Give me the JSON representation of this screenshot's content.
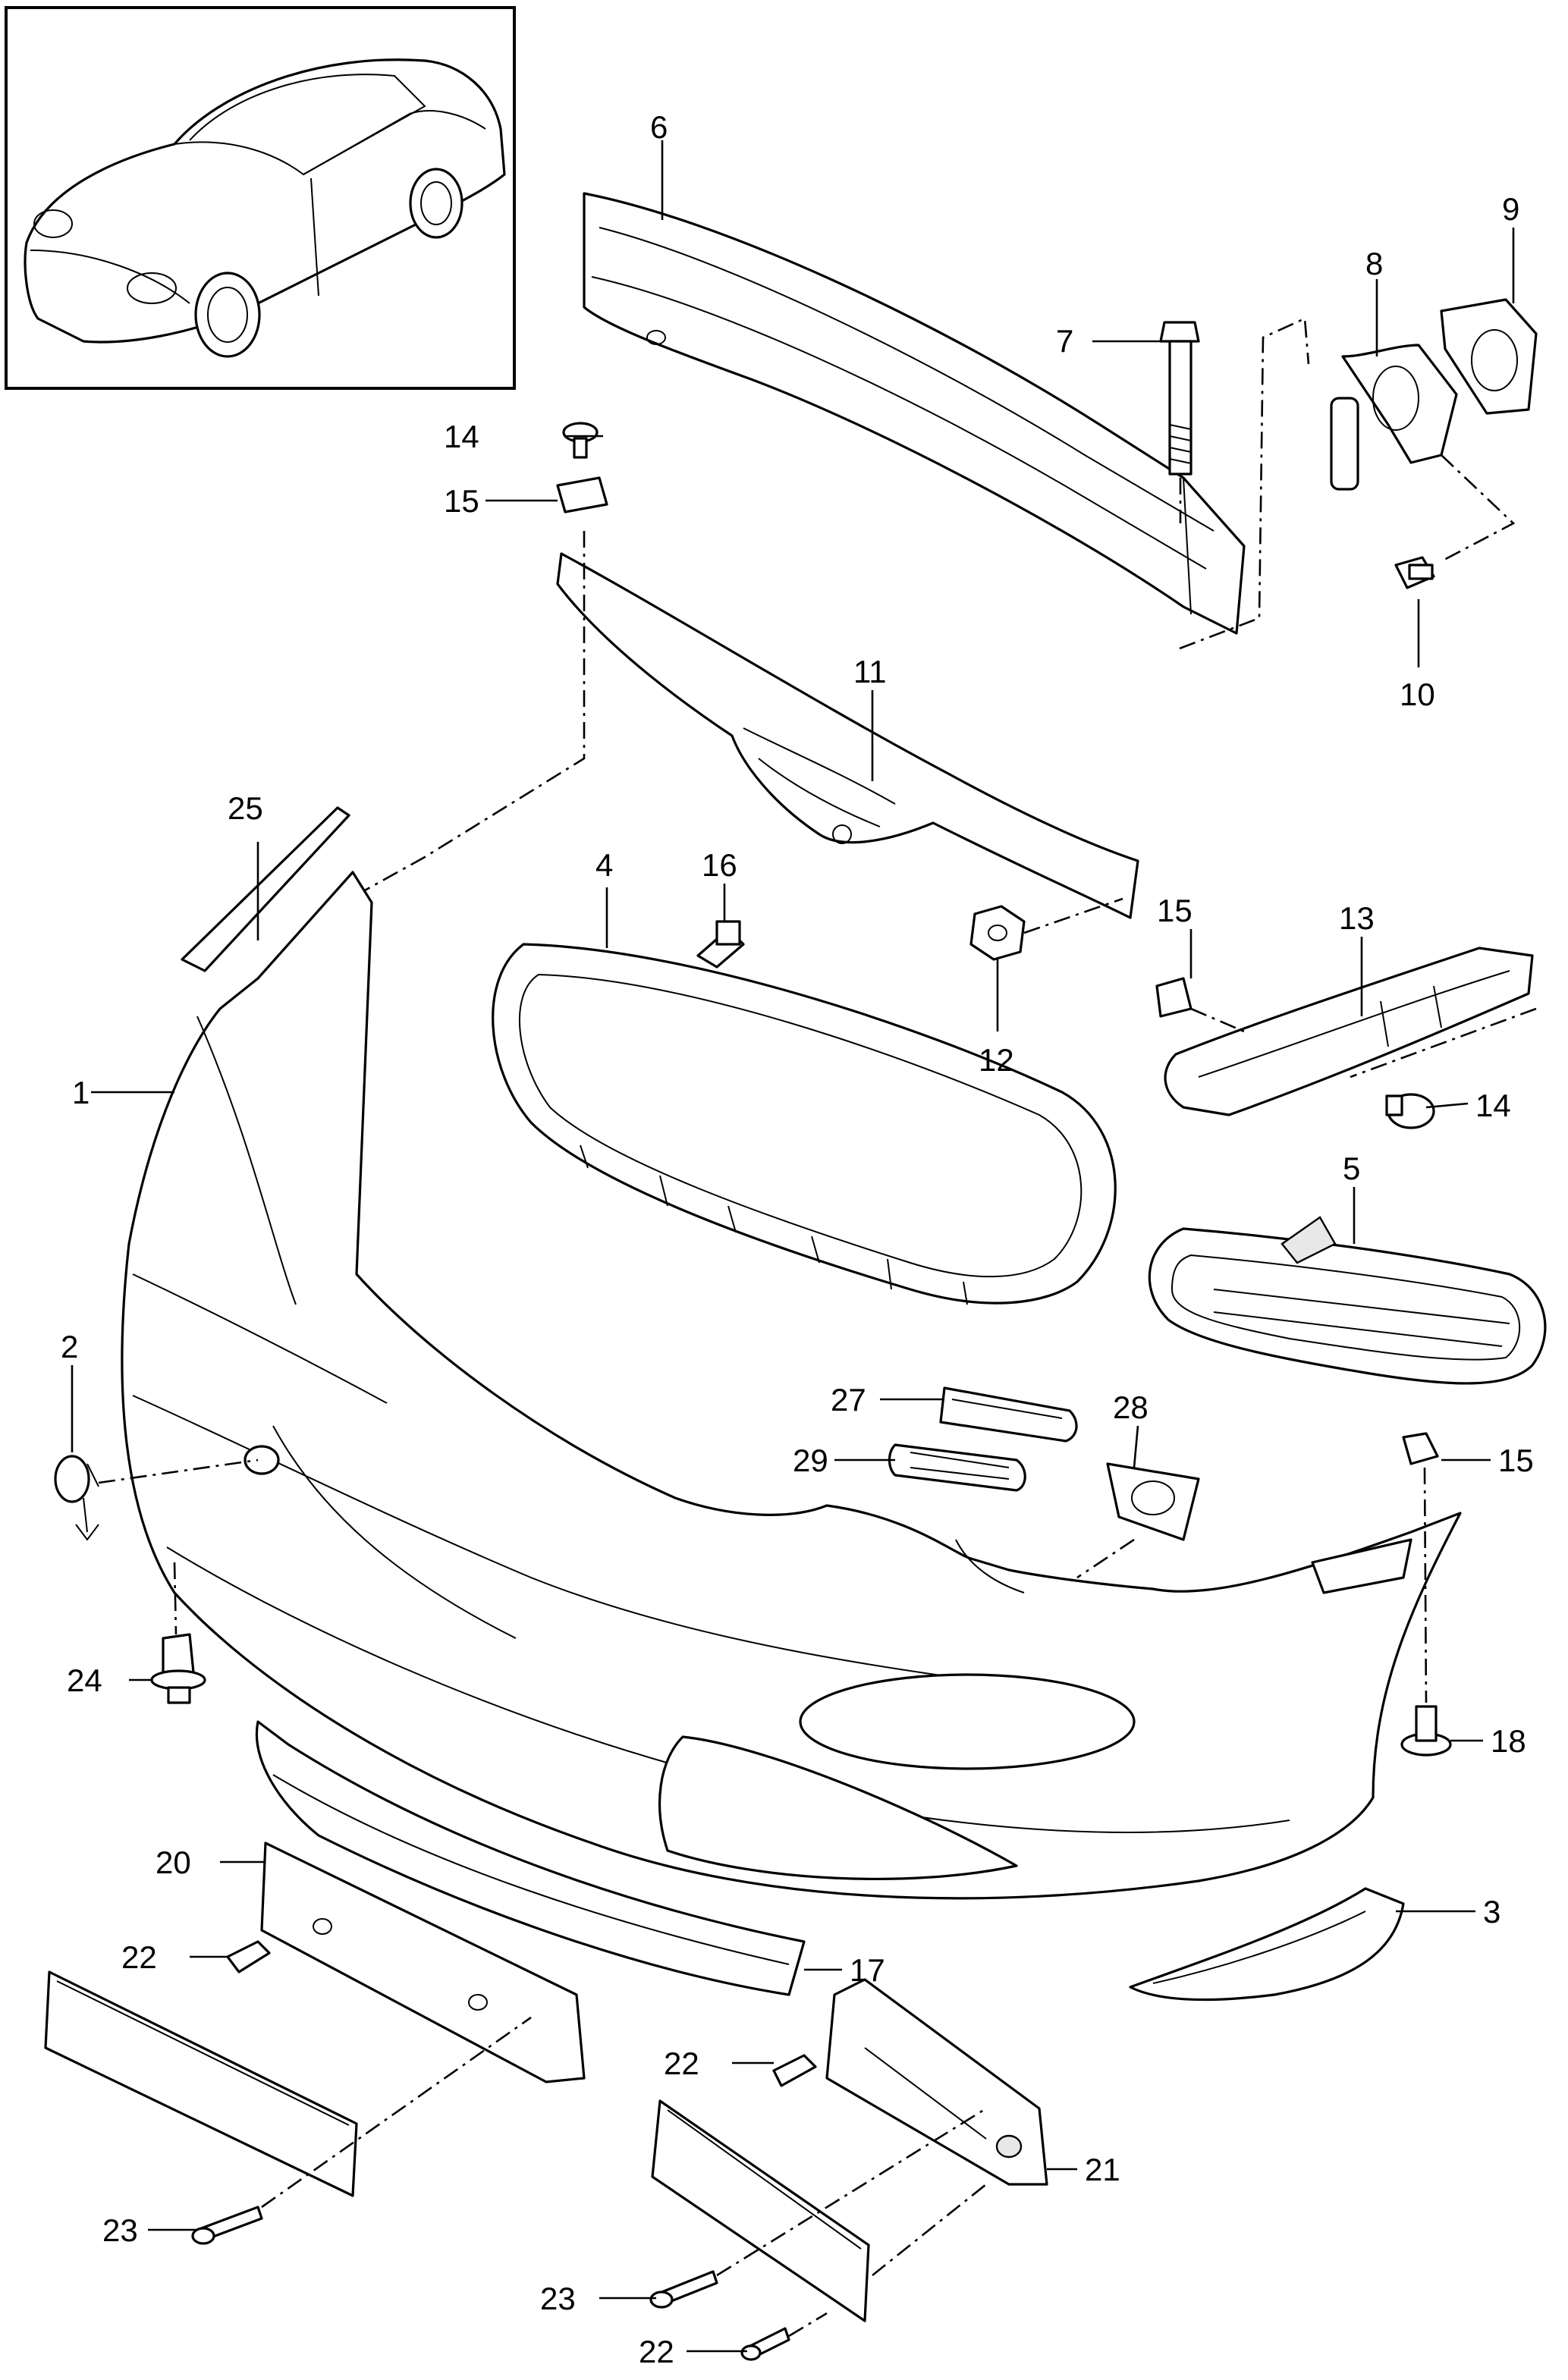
{
  "callouts": [
    {
      "id": "c1",
      "label": "1"
    },
    {
      "id": "c2",
      "label": "2"
    },
    {
      "id": "c3",
      "label": "3"
    },
    {
      "id": "c4",
      "label": "4"
    },
    {
      "id": "c5",
      "label": "5"
    },
    {
      "id": "c6",
      "label": "6"
    },
    {
      "id": "c7",
      "label": "7"
    },
    {
      "id": "c8",
      "label": "8"
    },
    {
      "id": "c9",
      "label": "9"
    },
    {
      "id": "c10",
      "label": "10"
    },
    {
      "id": "c11",
      "label": "11"
    },
    {
      "id": "c12",
      "label": "12"
    },
    {
      "id": "c13",
      "label": "13"
    },
    {
      "id": "c14a",
      "label": "14"
    },
    {
      "id": "c14b",
      "label": "14"
    },
    {
      "id": "c15a",
      "label": "15"
    },
    {
      "id": "c15b",
      "label": "15"
    },
    {
      "id": "c15c",
      "label": "15"
    },
    {
      "id": "c16",
      "label": "16"
    },
    {
      "id": "c17",
      "label": "17"
    },
    {
      "id": "c18",
      "label": "18"
    },
    {
      "id": "c20",
      "label": "20"
    },
    {
      "id": "c21",
      "label": "21"
    },
    {
      "id": "c22a",
      "label": "22"
    },
    {
      "id": "c22b",
      "label": "22"
    },
    {
      "id": "c22c",
      "label": "22"
    },
    {
      "id": "c23a",
      "label": "23"
    },
    {
      "id": "c23b",
      "label": "23"
    },
    {
      "id": "c24",
      "label": "24"
    },
    {
      "id": "c25",
      "label": "25"
    },
    {
      "id": "c27",
      "label": "27"
    },
    {
      "id": "c28",
      "label": "28"
    },
    {
      "id": "c29",
      "label": "29"
    }
  ]
}
